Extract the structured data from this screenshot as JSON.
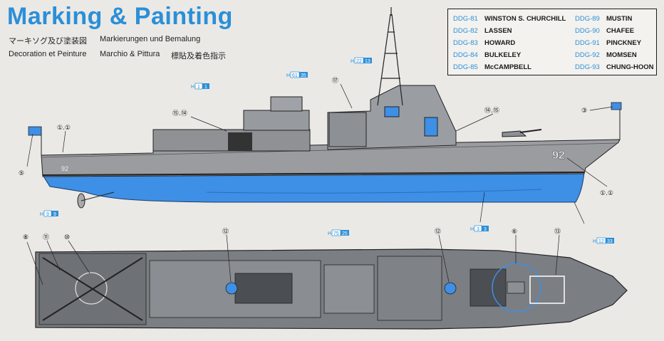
{
  "header": {
    "title": "Marking & Painting",
    "subtitle_ja": "マーキソグ及び塗装図",
    "subtitle_de": "Markierungen und Bemalung",
    "subtitle_fr": "Decoration et Peinture",
    "subtitle_it": "Marchio & Pittura",
    "subtitle_zh": "標貼及着色指示"
  },
  "ships": [
    {
      "code": "DDG-81",
      "name": "WINSTON S. CHURCHILL"
    },
    {
      "code": "DDG-82",
      "name": "LASSEN"
    },
    {
      "code": "DDG-83",
      "name": "HOWARD"
    },
    {
      "code": "DDG-84",
      "name": "BULKELEY"
    },
    {
      "code": "DDG-85",
      "name": "McCAMPBELL"
    },
    {
      "code": "DDG-89",
      "name": "MUSTIN"
    },
    {
      "code": "DDG-90",
      "name": "CHAFEE"
    },
    {
      "code": "DDG-91",
      "name": "PINCKNEY"
    },
    {
      "code": "DDG-92",
      "name": "MOMSEN"
    },
    {
      "code": "DDG-93",
      "name": "CHUNG-HOON"
    }
  ],
  "hull_number": "92",
  "callouts": {
    "c1": "①.①",
    "c5": "⑤",
    "c1514": "⑮.⑭",
    "c17": "⑰",
    "c1415": "⑭.⑮",
    "c3": "③",
    "c1b": "①.①",
    "c8": "⑧",
    "c11": "⑪",
    "c10": "⑩",
    "c12a": "⑫",
    "c12b": "⑫",
    "c6": "⑥",
    "c13": "⑬"
  },
  "paint_refs": [
    {
      "h": "H",
      "a": "1",
      "b": "1"
    },
    {
      "h": "H",
      "a": "61",
      "b": "35"
    },
    {
      "h": "H",
      "a": "22",
      "b": "13"
    },
    {
      "h": "H",
      "a": "9",
      "b": "9"
    },
    {
      "h": "H",
      "a": "3",
      "b": "3"
    },
    {
      "h": "H",
      "a": "75",
      "b": "25"
    },
    {
      "h": "H",
      "a": "12",
      "b": "33"
    }
  ],
  "colors": {
    "accent_blue": "#2b8fd8",
    "hull_gray": "#9a9ca0",
    "hull_dark": "#6f7276",
    "underwater_blue": "#3e8fe6",
    "deck_gray": "#7b7e82",
    "background": "#ebe9e6"
  },
  "icons": [
    "us-flag-icon",
    "propeller-icon",
    "mast-icon",
    "gun-turret-icon",
    "helideck-icon"
  ]
}
